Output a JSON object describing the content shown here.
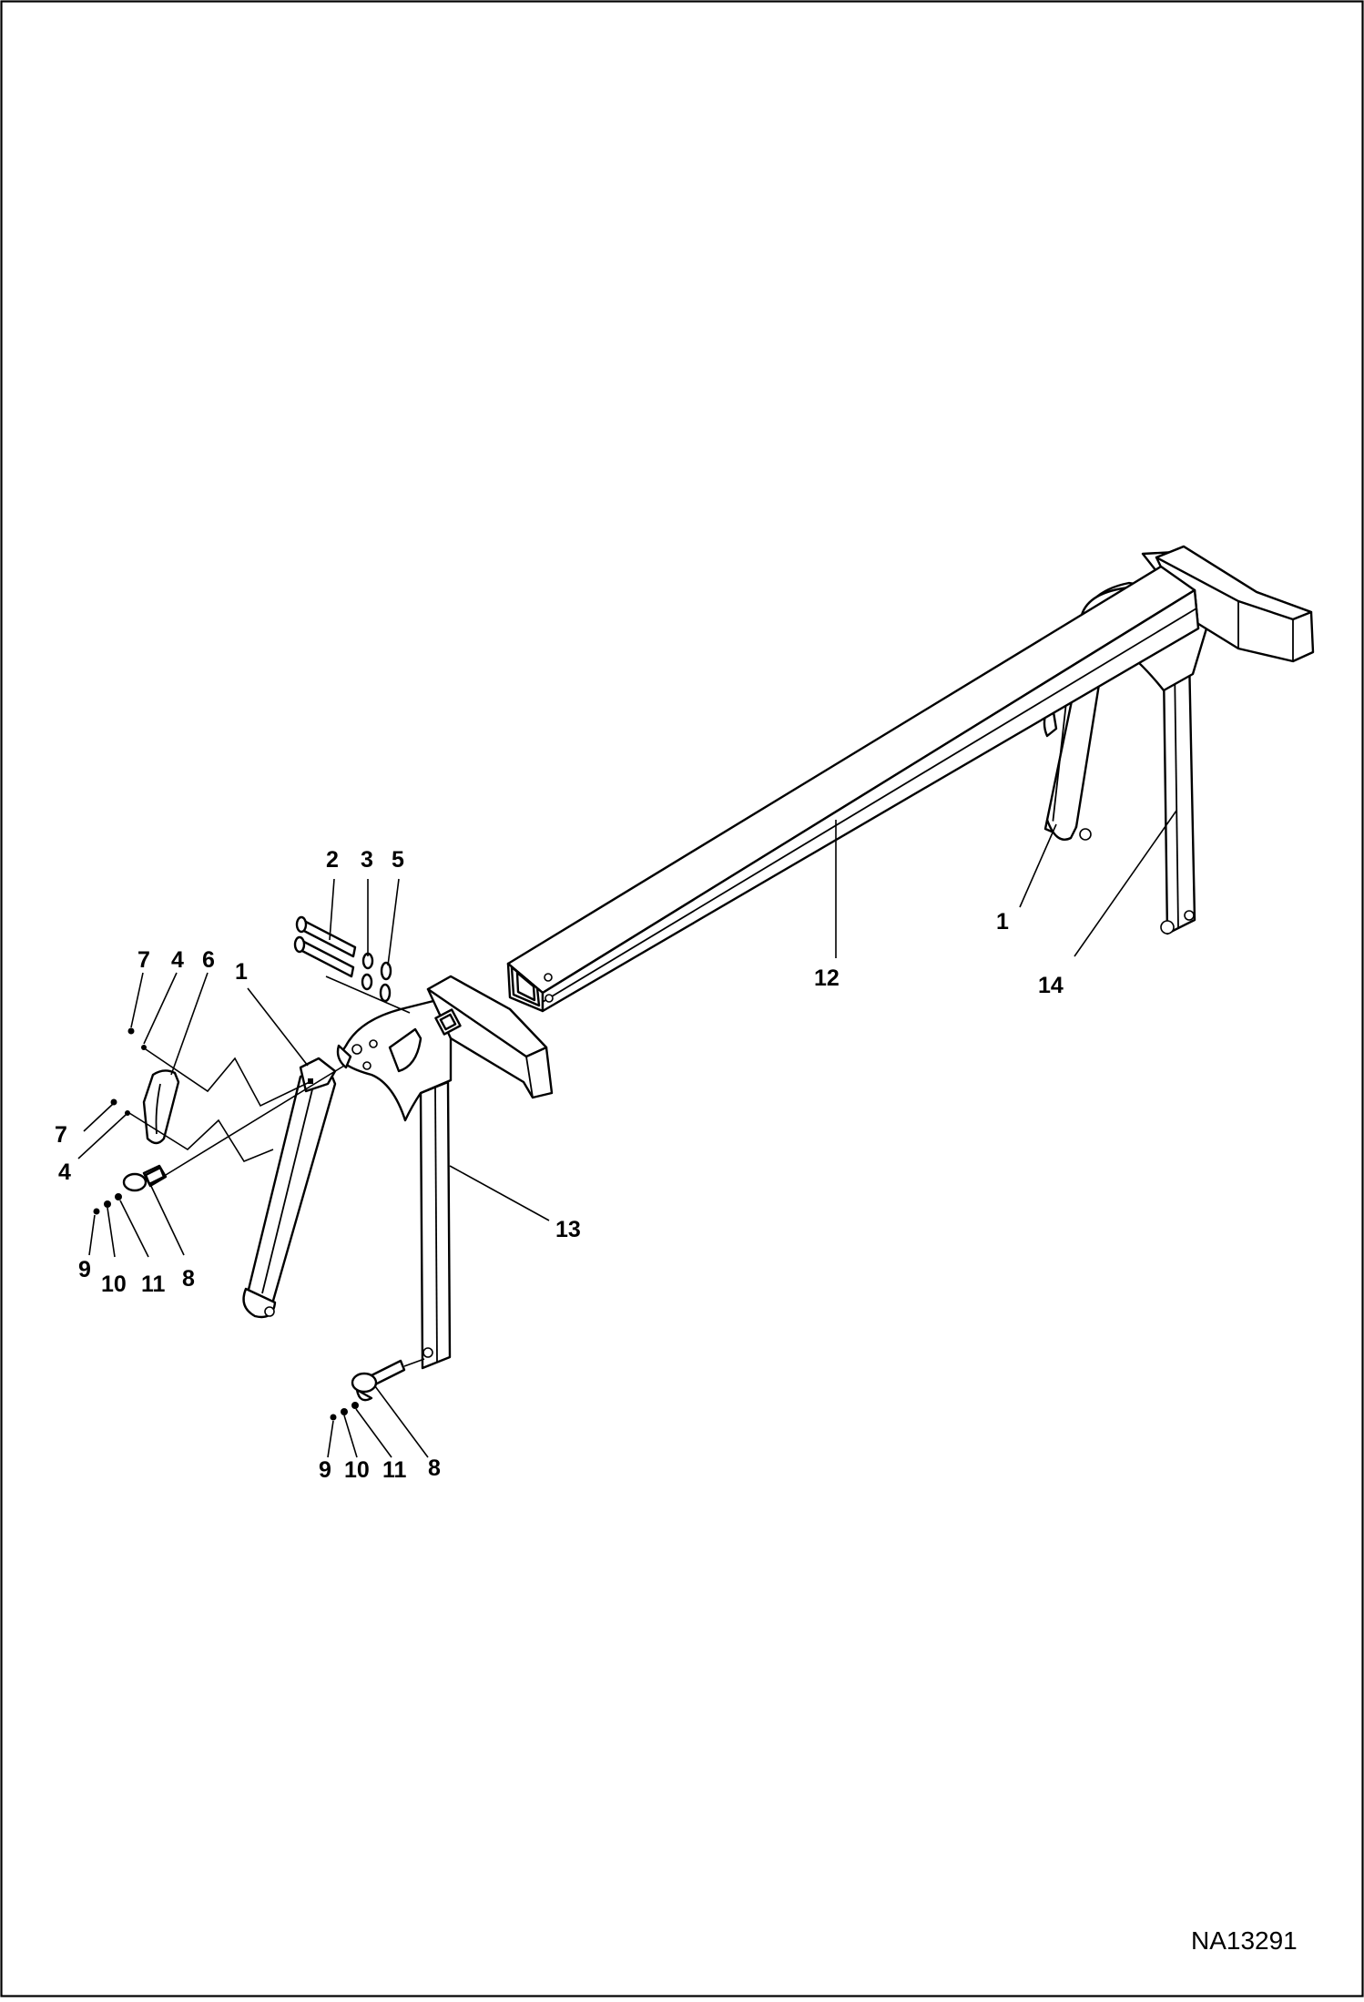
{
  "diagram": {
    "drawing_id": "NA13291",
    "callouts": {
      "c1_top": "1",
      "c2": "2",
      "c3": "3",
      "c5": "5",
      "c7_upper": "7",
      "c4_upper": "4",
      "c6": "6",
      "c7_lower": "7",
      "c4_lower": "4",
      "c9_a": "9",
      "c10_a": "10",
      "c11_a": "11",
      "c8_a": "8",
      "c13": "13",
      "c9_b": "9",
      "c10_b": "10",
      "c11_b": "11",
      "c8_b": "8",
      "c12": "12",
      "c1_right": "1",
      "c14": "14"
    }
  }
}
